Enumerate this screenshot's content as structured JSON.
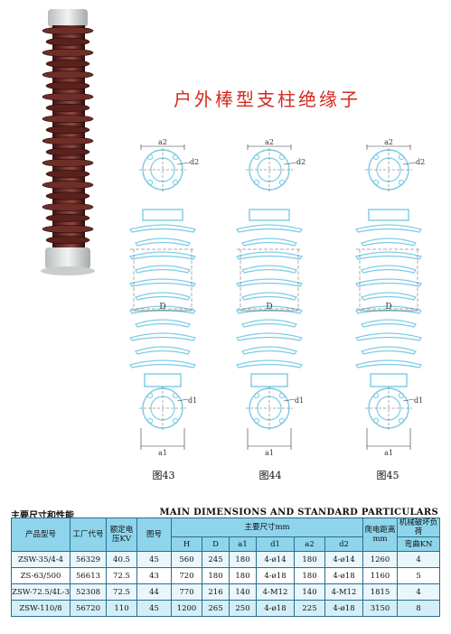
{
  "title": "户外棒型支柱绝缘子",
  "figures": [
    {
      "label": "图43",
      "top_a": "a2",
      "top_d": "d2",
      "mid_d": "D",
      "bot_d": "d1",
      "bot_a": "a1"
    },
    {
      "label": "图44",
      "top_a": "a2",
      "top_d": "d2",
      "mid_d": "D",
      "bot_d": "d1",
      "bot_a": "a1"
    },
    {
      "label": "图45",
      "top_a": "a2",
      "top_d": "d2",
      "mid_d": "D",
      "bot_d": "d1",
      "bot_a": "a1"
    }
  ],
  "section_title_cn": "主要尺寸和性能",
  "section_title_en": "MAIN DIMENSIONS AND STANDARD PARTICULARS",
  "table": {
    "headers": {
      "model": "产品型号",
      "factory_code": "工厂代号",
      "rated_voltage": "额定电压KV",
      "figure": "图号",
      "main_dims": "主要尺寸mm",
      "creepage": "爬电距离mm",
      "mech_failure": "机械破坏负荷",
      "bending": "弯曲KN",
      "dims": [
        "H",
        "D",
        "a1",
        "d1",
        "a2",
        "d2"
      ]
    },
    "rows": [
      [
        "ZSW-35/4-4",
        "56329",
        "40.5",
        "45",
        "560",
        "245",
        "180",
        "4-ø14",
        "180",
        "4-ø14",
        "1260",
        "4"
      ],
      [
        "ZS-63/500",
        "56613",
        "72.5",
        "43",
        "720",
        "180",
        "180",
        "4-ø18",
        "180",
        "4-ø18",
        "1160",
        "5"
      ],
      [
        "ZSW-72.5/4L-3",
        "52308",
        "72.5",
        "44",
        "770",
        "216",
        "140",
        "4-M12",
        "140",
        "4-M12",
        "1815",
        "4"
      ],
      [
        "ZSW-110/8",
        "56720",
        "110",
        "45",
        "1200",
        "265",
        "250",
        "4-ø18",
        "225",
        "4-ø18",
        "3150",
        "8"
      ]
    ]
  }
}
